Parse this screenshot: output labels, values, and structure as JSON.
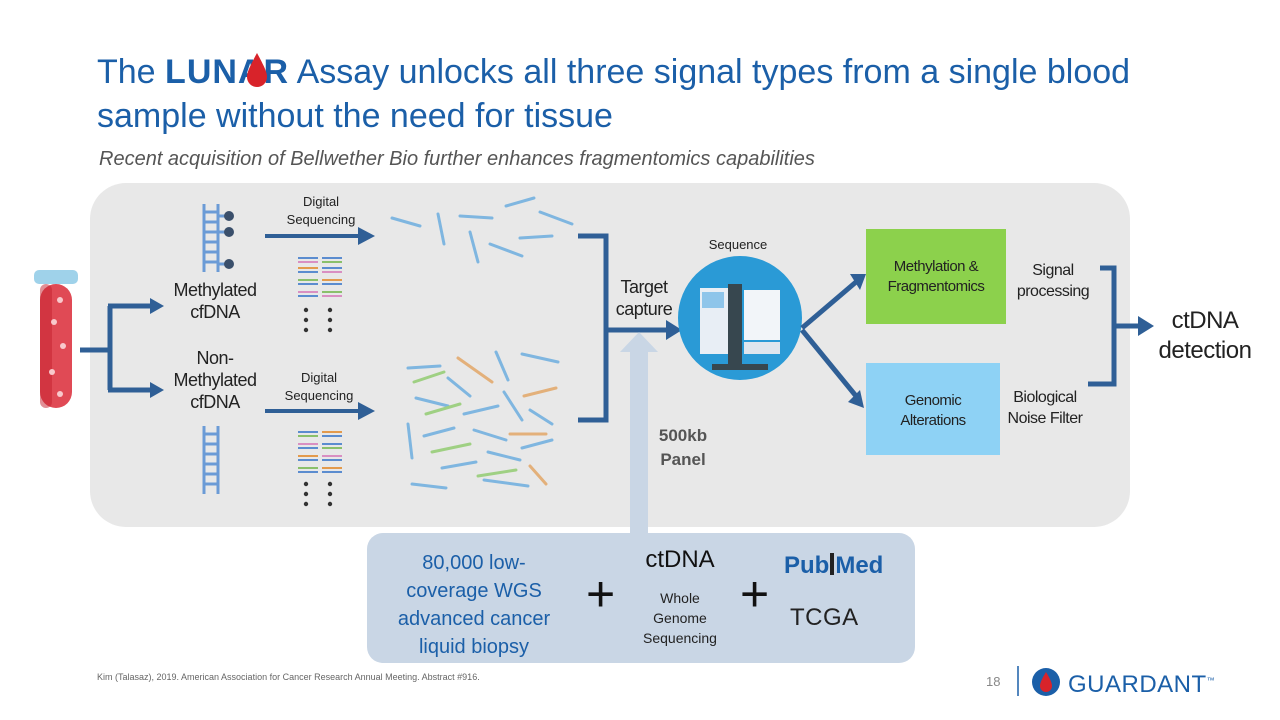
{
  "title": {
    "prefix": "The",
    "brand": "LUNAR",
    "line1_rest": "Assay unlocks all three signal types from a single blood",
    "line2": "sample without the need for tissue"
  },
  "subtitle": "Recent acquisition of Bellwether Bio further enhances fragmentomics capabilities",
  "diagram": {
    "methylated_label_1": "Methylated",
    "methylated_label_2": "cfDNA",
    "non_label_1": "Non-",
    "non_label_2": "Methylated",
    "non_label_3": "cfDNA",
    "digital_seq_top_1": "Digital",
    "digital_seq_top_2": "Sequencing",
    "digital_seq_bottom_1": "Digital",
    "digital_seq_bottom_2": "Sequencing",
    "target_capture_1": "Target",
    "target_capture_2": "capture",
    "sequence_label": "Sequence",
    "panel_label_1": "500kb",
    "panel_label_2": "Panel",
    "methylation_box_1": "Methylation &",
    "methylation_box_2": "Fragmentomics",
    "genomic_box_1": "Genomic",
    "genomic_box_2": "Alterations",
    "signal_processing_1": "Signal",
    "signal_processing_2": "processing",
    "bio_noise_1": "Biological",
    "bio_noise_2": "Noise Filter",
    "ctdna_detection_1": "ctDNA",
    "ctdna_detection_2": "detection"
  },
  "bottom": {
    "wgs_1": "80,000 low-",
    "wgs_2": "coverage WGS",
    "wgs_3": "advanced cancer",
    "wgs_4": "liquid biopsy",
    "plus": "+",
    "ctdna_title": "ctDNA",
    "whole_1": "Whole",
    "whole_2": "Genome",
    "whole_3": "Sequencing",
    "pubmed_1": "Pub",
    "pubmed_2": "Med",
    "tcga": "TCGA"
  },
  "footer": {
    "footnote": "Kim (Talasaz), 2019. American Association for Cancer Research Annual Meeting. Abstract #916.",
    "page": "18",
    "brand": "GUARDANT",
    "tm": "™"
  },
  "colors": {
    "brand_blue": "#1b5fa8",
    "arrow_blue": "#2f5f96",
    "green_box": "#8cd14c",
    "blue_box": "#8ed2f5",
    "blood_red": "#d8232a"
  }
}
